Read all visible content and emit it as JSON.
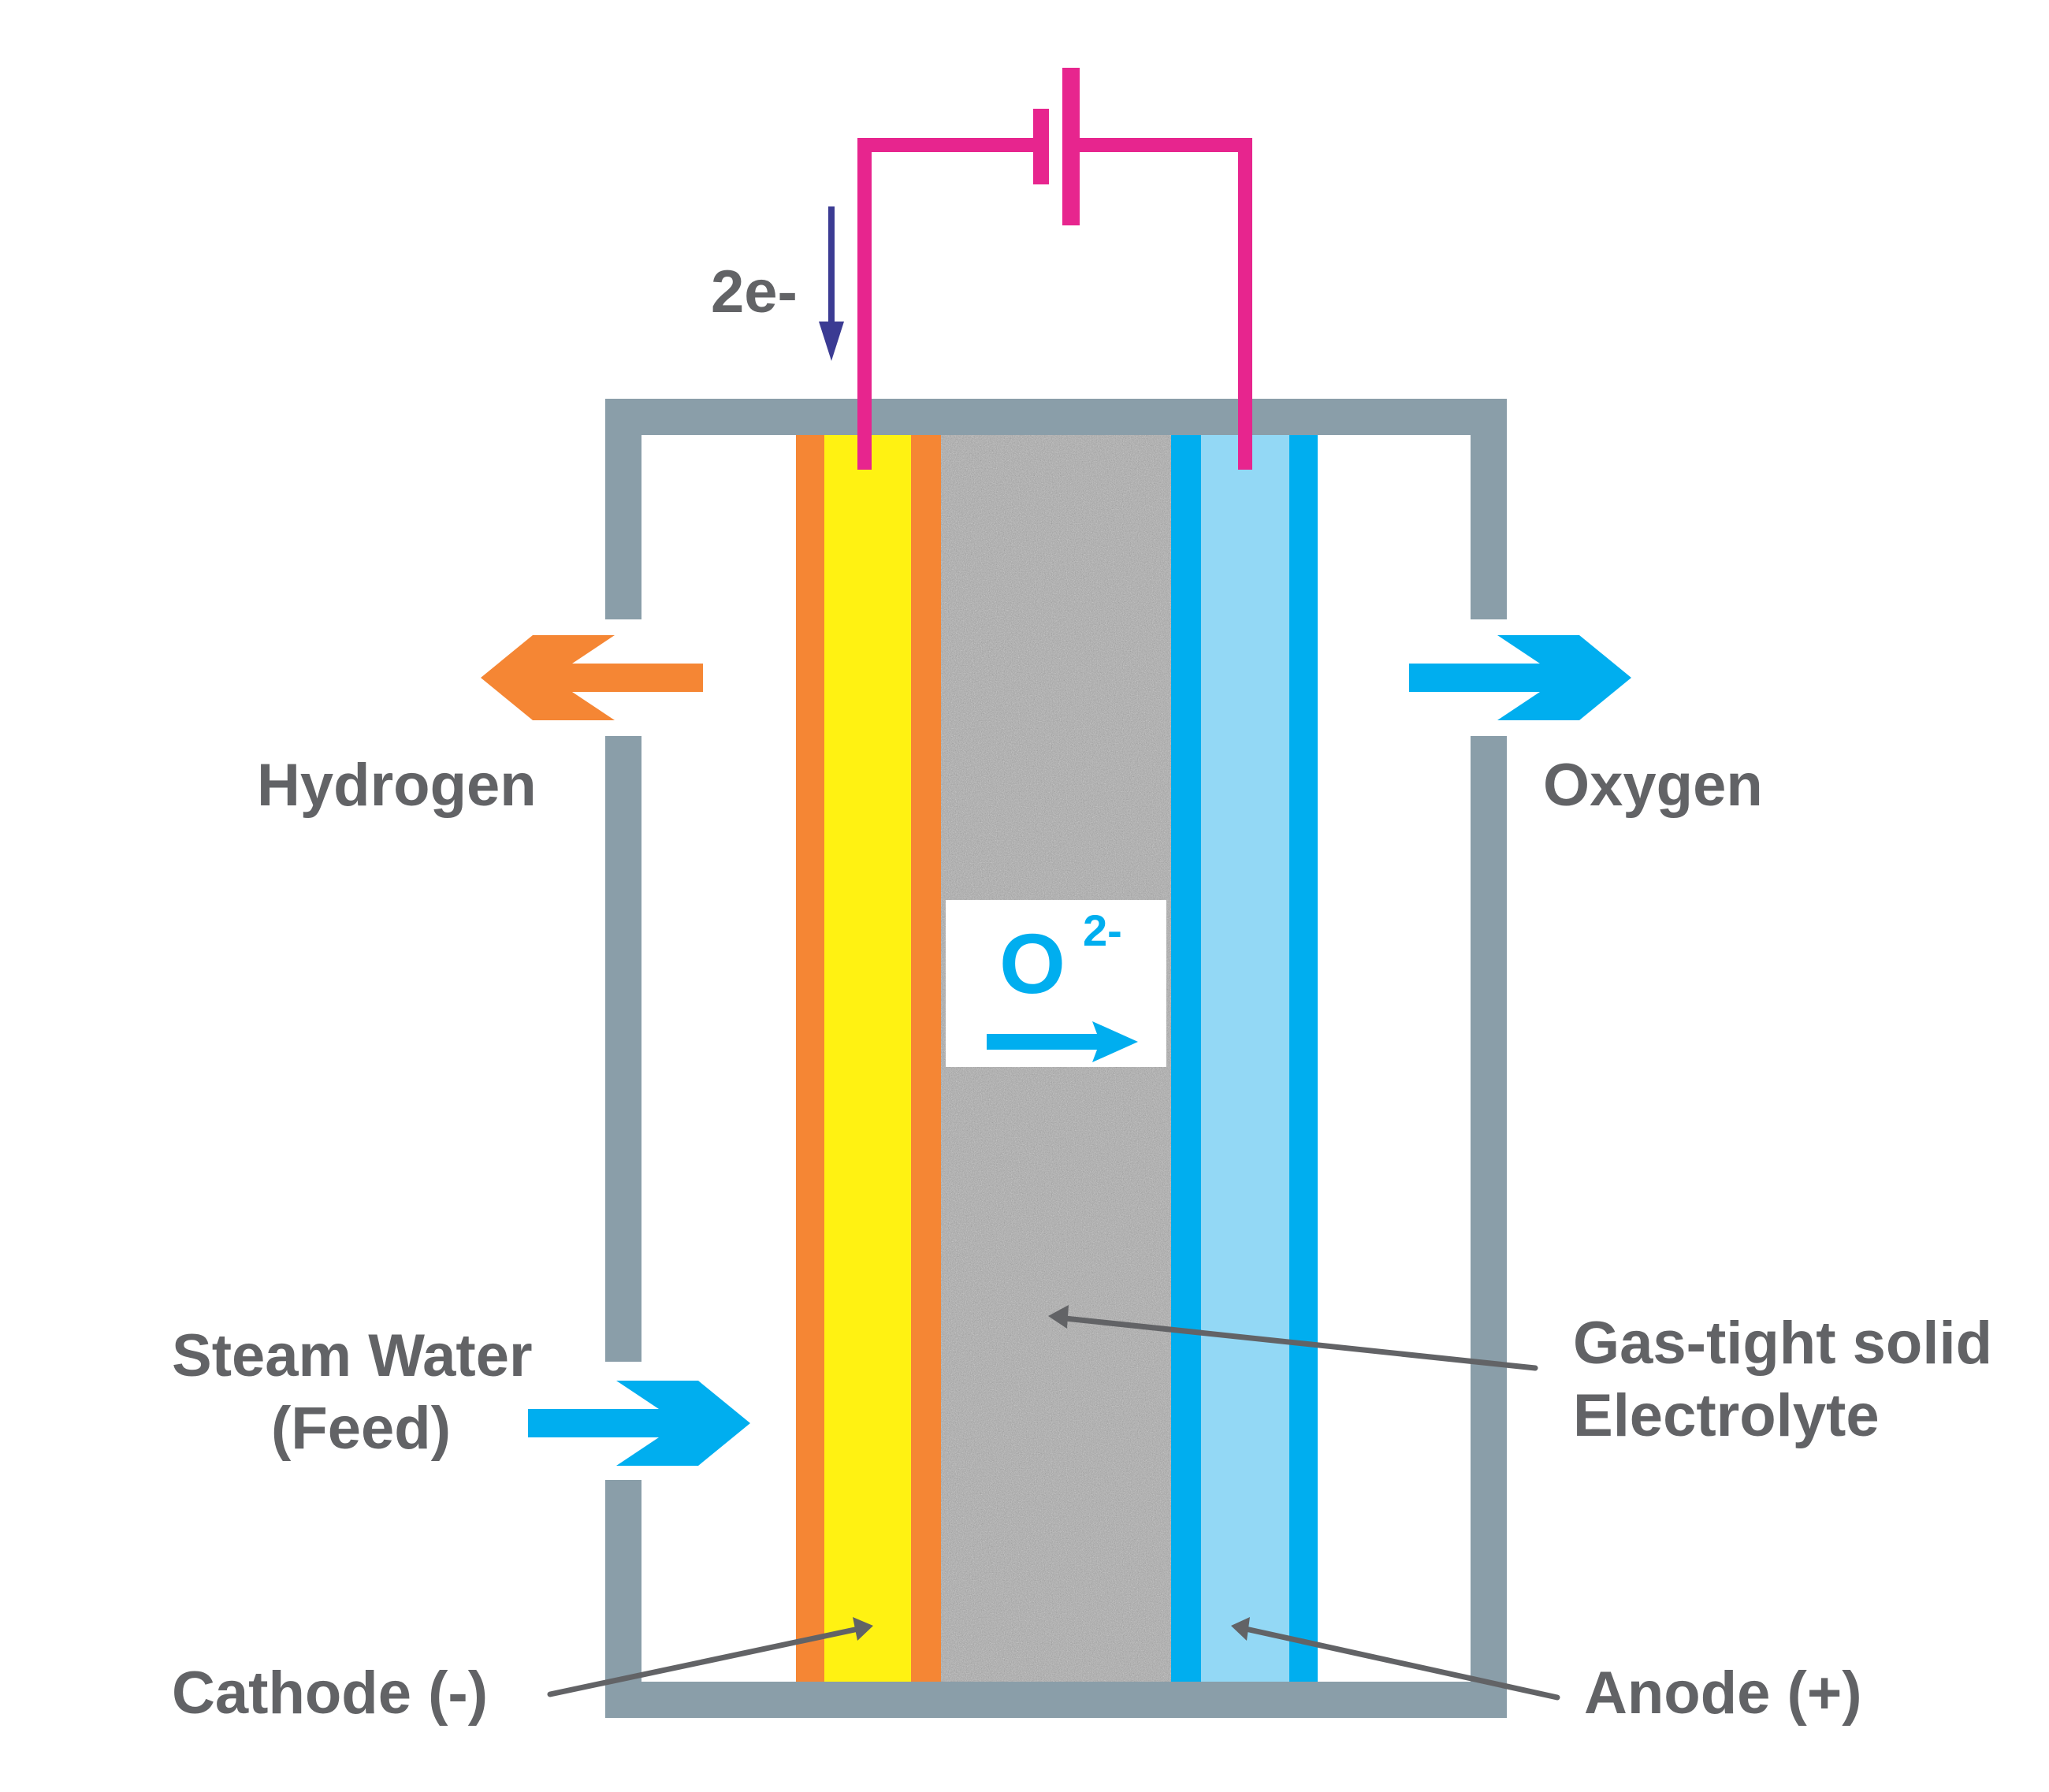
{
  "labels": {
    "electrons": "2e-",
    "hydrogen": "Hydrogen",
    "oxygen": "Oxygen",
    "steam_line1": "Steam Water",
    "steam_line2": "(Feed)",
    "electrolyte_line1": "Gas-tight solid",
    "electrolyte_line2": "Electrolyte",
    "cathode": "Cathode (-)",
    "anode": "Anode (+)",
    "ion_symbol": "O",
    "ion_charge": "2-"
  },
  "colors": {
    "housing": "#8a9ea9",
    "circuit": "#e7258e",
    "electron_arrow": "#3b3b93",
    "cathode_outer": "#f58634",
    "cathode_inner": "#fff212",
    "electrolyte": "#a9a9a9",
    "anode_outer": "#00aeef",
    "anode_inner": "#93d8f5",
    "hydrogen_arrow": "#f58634",
    "oxygen_arrow": "#00aeef",
    "steam_arrow": "#00aeef",
    "label_text": "#626366",
    "leader_line": "#626366"
  }
}
